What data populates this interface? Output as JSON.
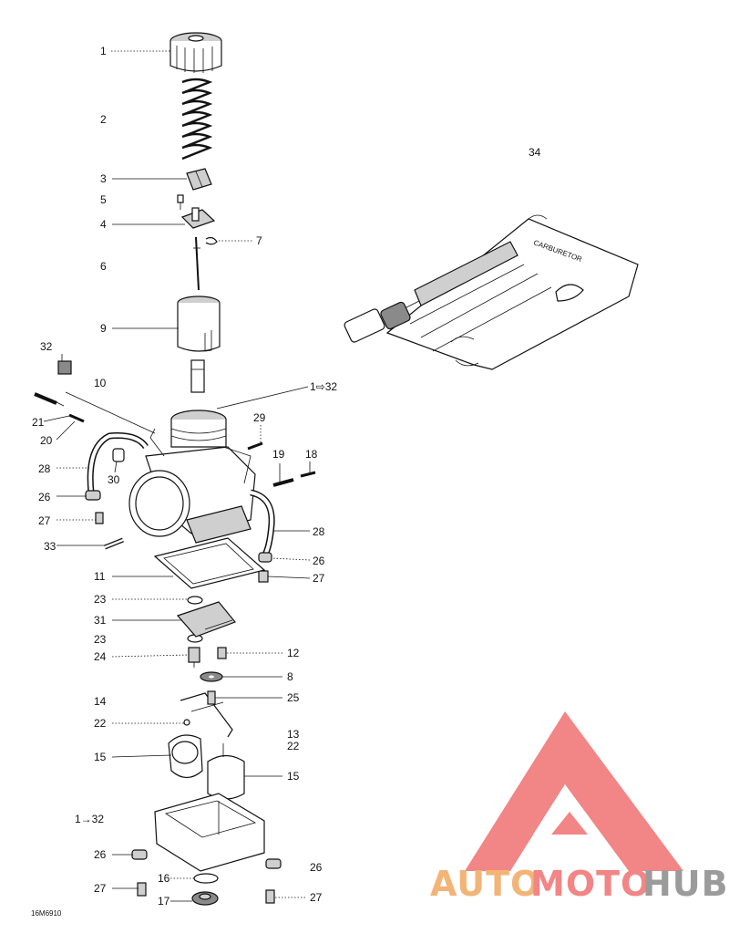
{
  "diagram_id": "16M6910",
  "callouts": {
    "c1": "1",
    "c2": "2",
    "c3": "3",
    "c4": "4",
    "c5": "5",
    "c6": "6",
    "c7": "7",
    "c8": "8",
    "c9": "9",
    "c10": "10",
    "c1to32_top": "1⇨32",
    "c11": "11",
    "c12": "12",
    "c13": "13",
    "c14": "14",
    "c15a": "15",
    "c15b": "15",
    "c16": "16",
    "c17": "17",
    "c18": "18",
    "c19": "19",
    "c20": "20",
    "c21": "21",
    "c22a": "22",
    "c22b": "22",
    "c23a": "23",
    "c23b": "23",
    "c24": "24",
    "c25": "25",
    "c26a": "26",
    "c26b": "26",
    "c26c": "26",
    "c26d": "26",
    "c27a": "27",
    "c27b": "27",
    "c27c": "27",
    "c27d": "27",
    "c28a": "28",
    "c28b": "28",
    "c29": "29",
    "c30": "30",
    "c31": "31",
    "c32": "32",
    "c33": "33",
    "c34": "34",
    "c1to32_bottom": "1→32"
  },
  "toolkit_label": {
    "line1": "CARBURETOR"
  },
  "watermark": {
    "part1": "AUTO",
    "part2": "MOTO",
    "part3": "HUB"
  },
  "colors": {
    "watermark_red": "#f07070",
    "watermark_orange": "#f0a860",
    "watermark_gray": "#8a8a8a"
  }
}
